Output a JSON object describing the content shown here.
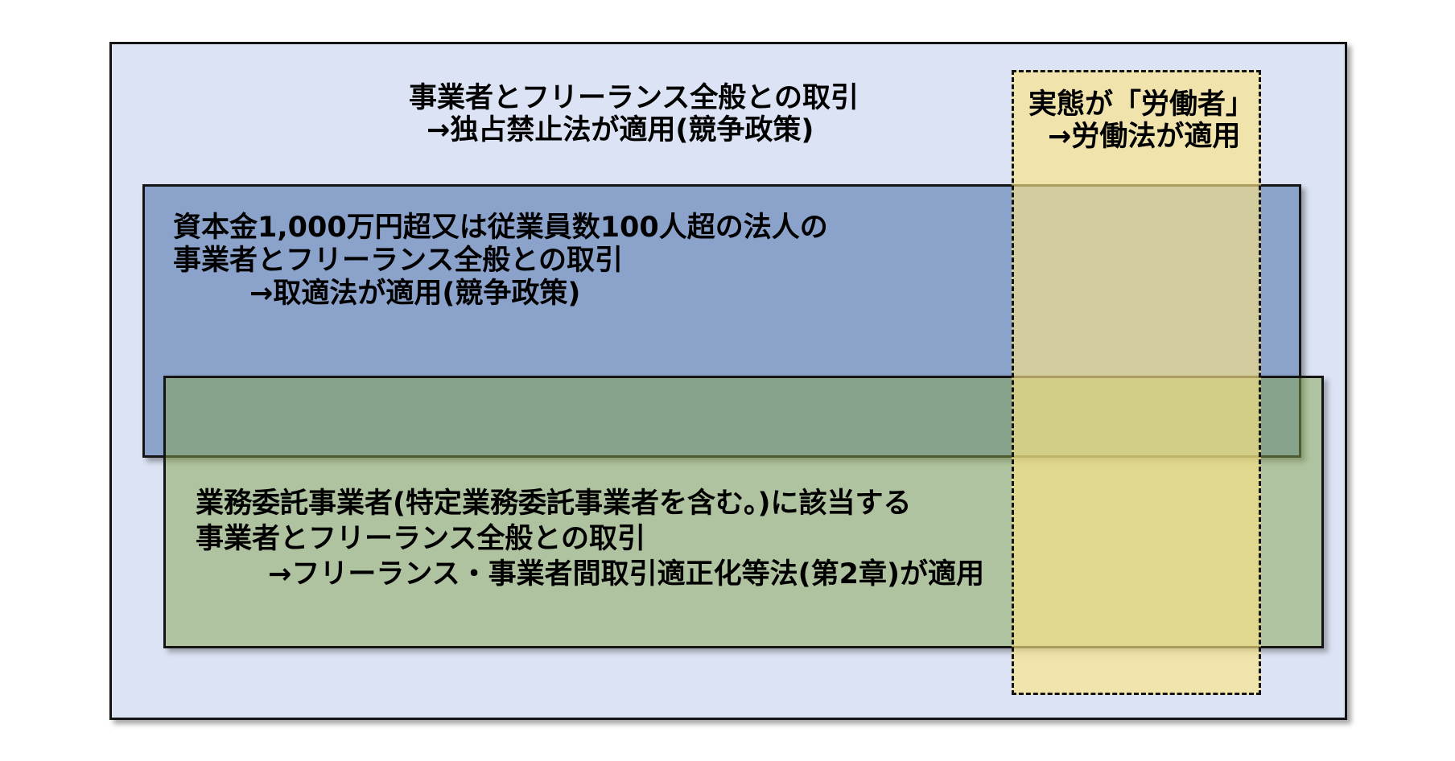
{
  "diagram": {
    "description_type": "overlapping-rectangles-law-application-diagram",
    "colors": {
      "outer_fill": "#dce3f4",
      "blue_fill": "#8ba2ca",
      "green_fill_rgba": "rgba(131,164,76,0.50)",
      "yellow_fill_rgba": "rgba(250,228,133,0.65)",
      "border": "#141414",
      "text": "#000000",
      "page_background": "#ffffff"
    },
    "regions": {
      "outer": {
        "id": "antimonopoly-act",
        "lines": {
          "0": "事業者とフリーランス全般との取引",
          "1": "→独占禁止法が適用(競争政策)"
        }
      },
      "blue": {
        "id": "subcontract-act",
        "lines": {
          "0": "資本金1,000万円超又は従業員数100人超の法人の",
          "1": "事業者とフリーランス全般との取引",
          "2": "→取適法が適用(競争政策)"
        }
      },
      "green": {
        "id": "freelance-act",
        "lines": {
          "0": "業務委託事業者(特定業務委託事業者を含む。)に該当する",
          "1": "事業者とフリーランス全般との取引",
          "2": "→フリーランス・事業者間取引適正化等法(第2章)が適用"
        }
      },
      "yellow": {
        "id": "labor-law",
        "lines": {
          "0": "実態が「労働者」",
          "1": "→労働法が適用"
        }
      }
    }
  }
}
